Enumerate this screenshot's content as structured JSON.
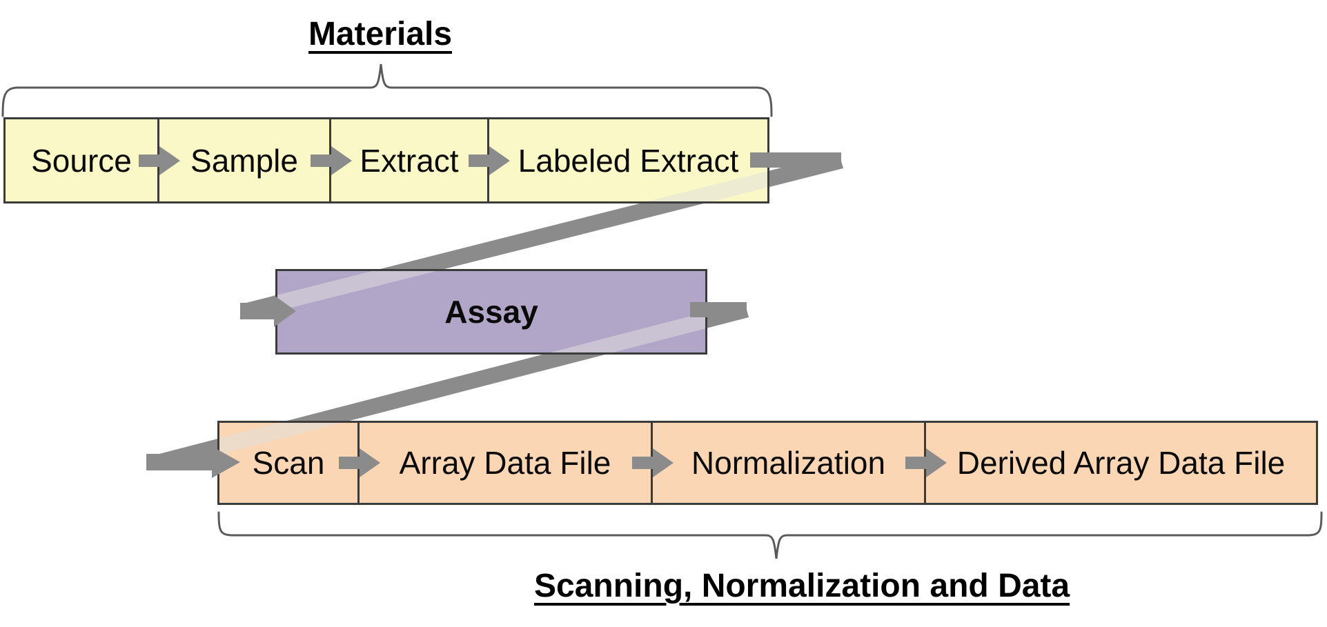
{
  "top_group": {
    "label": "Materials"
  },
  "bottom_group": {
    "label": "Scanning, Normalization and Data"
  },
  "materials_row": {
    "items": [
      "Source",
      "Sample",
      "Extract",
      "Labeled Extract"
    ]
  },
  "assay": {
    "label": "Assay"
  },
  "scanning_row": {
    "items": [
      "Scan",
      "Array Data File",
      "Normalization",
      "Derived Array Data File"
    ]
  },
  "colors": {
    "materials_fill": "#faf8c6",
    "assay_fill": "#b2a6c8",
    "scanning_fill": "#fad6b4",
    "box_border": "#3b3b3b",
    "arrow_gray": "#8b8b8b",
    "brace_gray": "#5a5a5a",
    "band_highlight": "#e0e0e0",
    "text": "#000000"
  }
}
